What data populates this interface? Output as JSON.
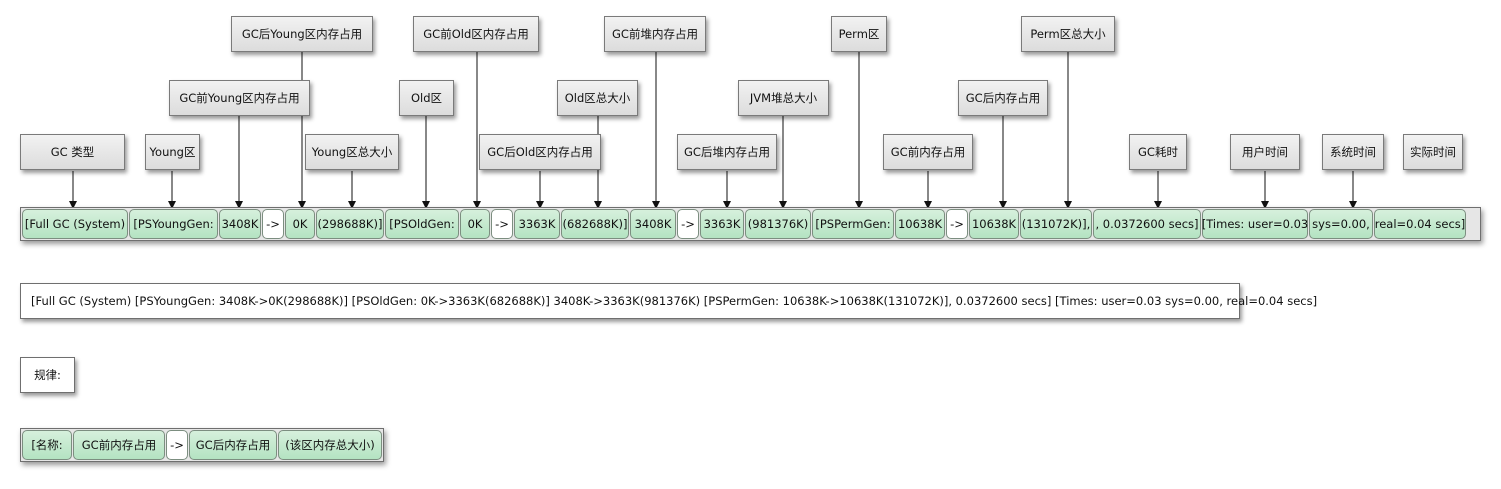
{
  "labels": {
    "gc_type": "GC 类型",
    "young": "Young区",
    "young_before": "GC前Young区内存占用",
    "young_after": "GC后Young区内存占用",
    "young_total": "Young区总大小",
    "old": "Old区",
    "old_before": "GC前Old区内存占用",
    "old_after": "GC后Old区内存占用",
    "old_total": "Old区总大小",
    "heap_before": "GC前堆内存占用",
    "heap_after": "GC后堆内存占用",
    "jvm_heap_total": "JVM堆总大小",
    "perm": "Perm区",
    "perm_before": "GC前内存占用",
    "perm_after": "GC后内存占用",
    "perm_total": "Perm区总大小",
    "gc_time": "GC耗时",
    "user_time": "用户时间",
    "sys_time": "系统时间",
    "real_time": "实际时间"
  },
  "segments": [
    "[Full GC (System)",
    "[PSYoungGen:",
    "3408K",
    "->",
    "0K",
    "(298688K)]",
    "[PSOldGen:",
    "0K",
    "->",
    "3363K",
    "(682688K)]",
    "3408K",
    "->",
    "3363K",
    "(981376K)",
    "[PSPermGen:",
    "10638K",
    "->",
    "10638K",
    "(131072K)],",
    ", 0.0372600 secs]",
    "[Times: user=0.03",
    "sys=0.00,",
    "real=0.04 secs]"
  ],
  "log_line": "[Full GC (System) [PSYoungGen: 3408K->0K(298688K)] [PSOldGen: 0K->3363K(682688K)] 3408K->3363K(981376K) [PSPermGen: 10638K->10638K(131072K)], 0.0372600 secs] [Times: user=0.03 sys=0.00, real=0.04 secs]",
  "rule": {
    "label": "规律:",
    "segments": [
      "[名称:",
      "GC前内存占用",
      "->",
      "GC后内存占用",
      "(该区内存总大小)"
    ]
  },
  "colors": {
    "segment_fill": "#c2e8cd",
    "arrow_segment_fill": "#ffffff",
    "border": "#6f6f6f"
  }
}
